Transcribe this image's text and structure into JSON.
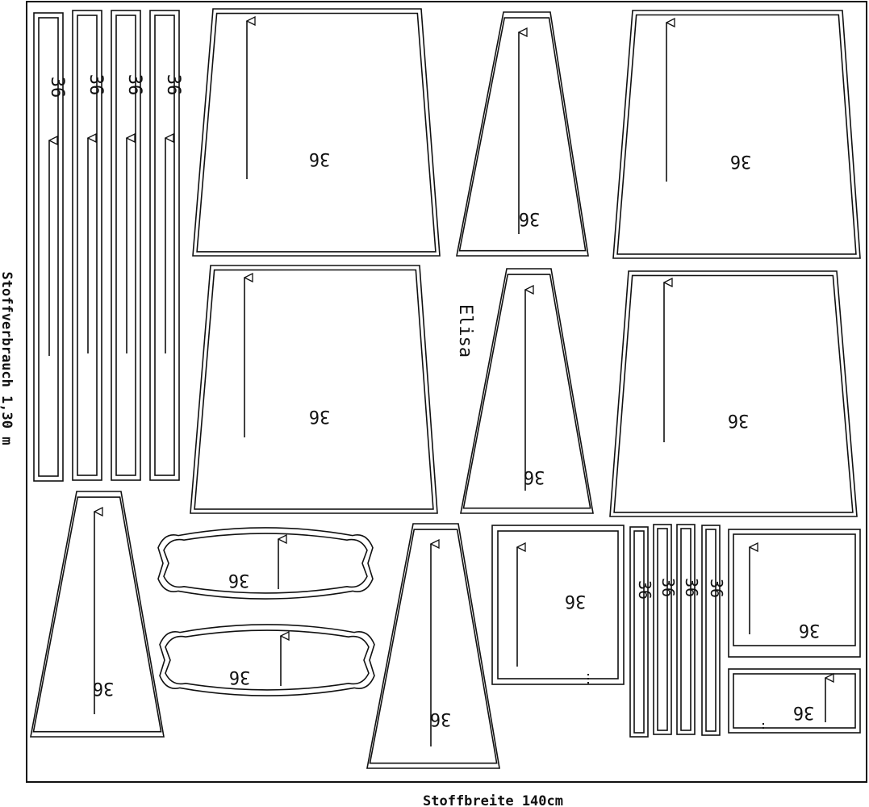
{
  "labels": {
    "fabric_width": "Stoffbreite 140cm",
    "fabric_usage": "Stoffverbrauch 1,30 m",
    "name": "Elisa"
  },
  "pieces": [
    {
      "name": "strap-1",
      "size": "36"
    },
    {
      "name": "strap-2",
      "size": "36"
    },
    {
      "name": "strap-3",
      "size": "36"
    },
    {
      "name": "strap-4",
      "size": "36"
    },
    {
      "name": "panel-large-top-left",
      "size": "36"
    },
    {
      "name": "panel-narrow-top-center",
      "size": "36"
    },
    {
      "name": "panel-large-top-right",
      "size": "36"
    },
    {
      "name": "panel-large-mid-left",
      "size": "36"
    },
    {
      "name": "panel-narrow-mid-center",
      "size": "36"
    },
    {
      "name": "panel-large-mid-right",
      "size": "36"
    },
    {
      "name": "panel-narrow-bottom-left",
      "size": "36"
    },
    {
      "name": "oval-top",
      "size": "36"
    },
    {
      "name": "oval-bottom",
      "size": "36"
    },
    {
      "name": "panel-narrow-bottom-center",
      "size": "36"
    },
    {
      "name": "square-bottom",
      "size": "36"
    },
    {
      "name": "small-strap-1",
      "size": "36"
    },
    {
      "name": "small-strap-2",
      "size": "36"
    },
    {
      "name": "small-strap-3",
      "size": "36"
    },
    {
      "name": "small-strap-4",
      "size": "36"
    },
    {
      "name": "rect-bottom-right-top",
      "size": "36"
    },
    {
      "name": "rect-bottom-right-bottom",
      "size": "36"
    }
  ]
}
